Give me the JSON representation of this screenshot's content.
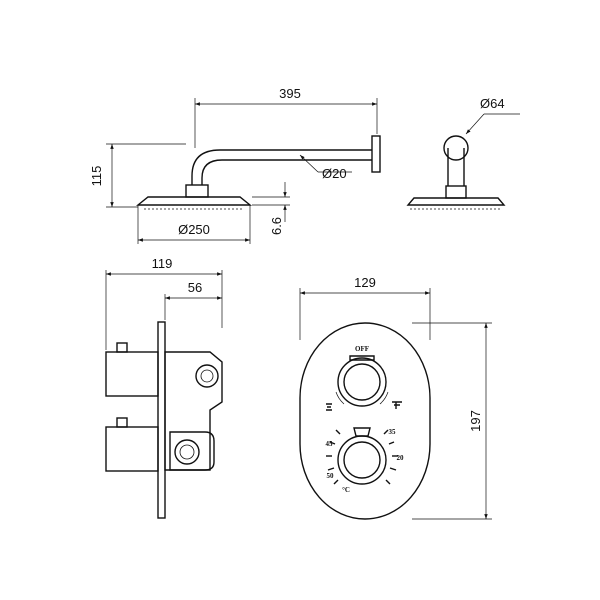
{
  "shower_head_view": {
    "arm_length": "395",
    "arm_height": "115",
    "arm_diameter": "Ø20",
    "head_thickness": "6.6",
    "head_diameter": "Ø250"
  },
  "shower_side_view": {
    "flange_diameter": "Ø64"
  },
  "valve_side_view": {
    "total_depth": "119",
    "wall_depth": "56"
  },
  "valve_front_view": {
    "plate_width": "129",
    "plate_height": "197",
    "dial_top_label": "OFF",
    "temperature_marks": {
      "left_upper": "45",
      "left_lower": "50",
      "unit": "°C",
      "right_upper": "35",
      "right_lower": "20"
    }
  },
  "colors": {
    "line": "#111111",
    "background": "#ffffff"
  }
}
